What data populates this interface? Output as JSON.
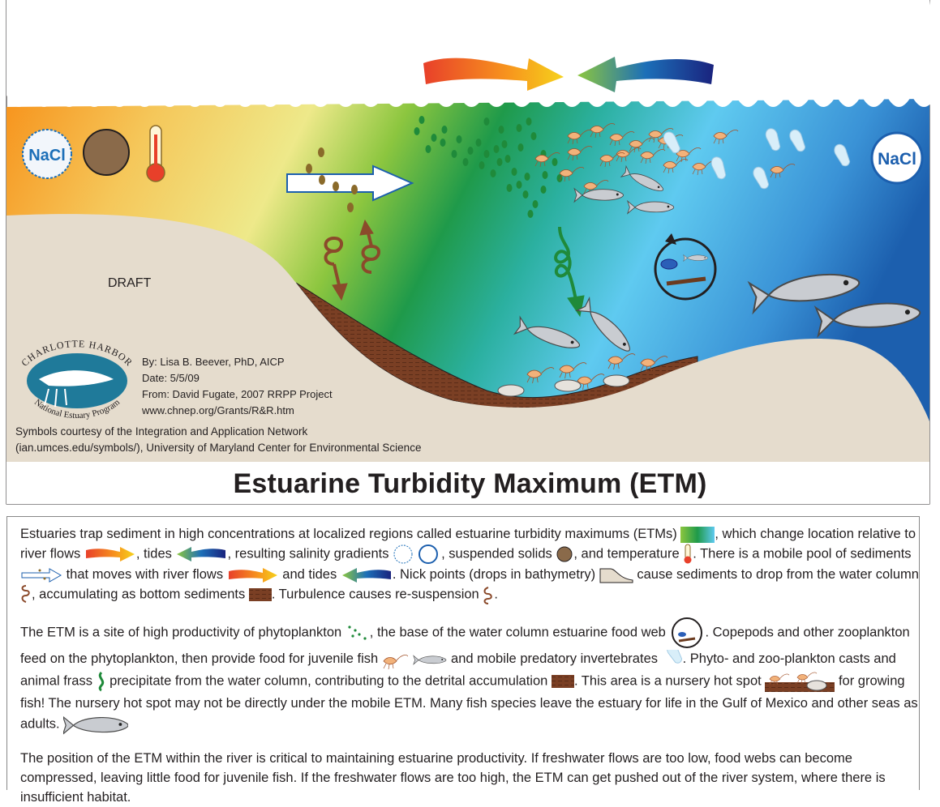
{
  "labels": {
    "nacl_left": "NaCl",
    "nacl_right": "NaCl",
    "draft": "DRAFT",
    "logo_arc_top": "CHARLOTTE HARBOR",
    "logo_arc_bottom": "National Estuary Program",
    "title": "Estuarine Turbidity Maximum (ETM)"
  },
  "credits": {
    "by": "By: Lisa B. Beever, PhD, AICP",
    "date": "Date: 5/5/09",
    "from": "From:  David Fugate, 2007 RRPP Project",
    "url": "www.chnep.org/Grants/R&R.htm",
    "symbols_1": "Symbols courtesy of the Integration and Application Network",
    "symbols_2": "(ian.umces.edu/symbols/), University of Maryland Center for Environmental Science"
  },
  "paragraph1": {
    "t1": "Estuaries trap sediment in high concentrations at localized regions called estuarine turbidity maximums (ETMs)",
    "t2": ", which change location relative to river flows",
    "t3": ", tides",
    "t4": ", resulting salinity gradients",
    "t5": ", suspended solids",
    "t6": ", and temperature",
    "t7": ". There is a mobile pool of sediments",
    "t8": "that moves with river flows",
    "t9": "and tides",
    "t10": ". Nick points (drops in bathymetry)",
    "t11": "cause sediments to drop from the water column",
    "t12": ", accumulating as bottom sediments",
    "t13": ". Turbulence causes re-suspension",
    "t14": "."
  },
  "paragraph2": {
    "t1": "The ETM is a site of high productivity of phytoplankton",
    "t2": ", the base of the water column estuarine food web",
    "t3": ".  Copepods and other zooplankton feed on the phytoplankton, then provide food for juvenile fish",
    "t4": "and mobile predatory invertebrates",
    "t5": ". Phyto- and zoo-plankton casts and animal frass",
    "t6": "precipitate from the water column, contributing to the detrital accumulation",
    "t7": ". This area is a nursery hot spot",
    "t8": "for growing fish! The nursery hot spot may not be directly under the mobile ETM.  Many fish species leave the estuary for life in the Gulf of Mexico and other seas as adults."
  },
  "paragraph3": {
    "text": "The position of the ETM within the river is critical to maintaining estuarine productivity. If freshwater flows are too low,  food webs can become compressed, leaving little food for juvenile fish. If the freshwater flows are too high, the ETM can get pushed out of the river system, where there is insufficient habitat."
  },
  "colors": {
    "water_orange": "#f7941d",
    "water_yellow": "#f2e98a",
    "water_green": "#1f9a4a",
    "water_cyan": "#5fcaf0",
    "water_blue": "#1c6fb8",
    "land": "#e5dccd",
    "sediment": "#7a3f24",
    "turbulence": "#8b4a2b"
  },
  "icons": [
    "salt-icon",
    "suspended-solid-icon",
    "thermometer-icon",
    "river-flow-arrow-icon",
    "tide-arrow-icon",
    "sediment-arrow-icon",
    "phytoplankton-icon",
    "copepod-icon",
    "fish-icon",
    "jellyfish-icon",
    "crab-icon",
    "food-web-cycle-icon",
    "turbulence-icon",
    "bottom-sediment-icon",
    "frass-icon",
    "nursery-hotspot-icon"
  ]
}
